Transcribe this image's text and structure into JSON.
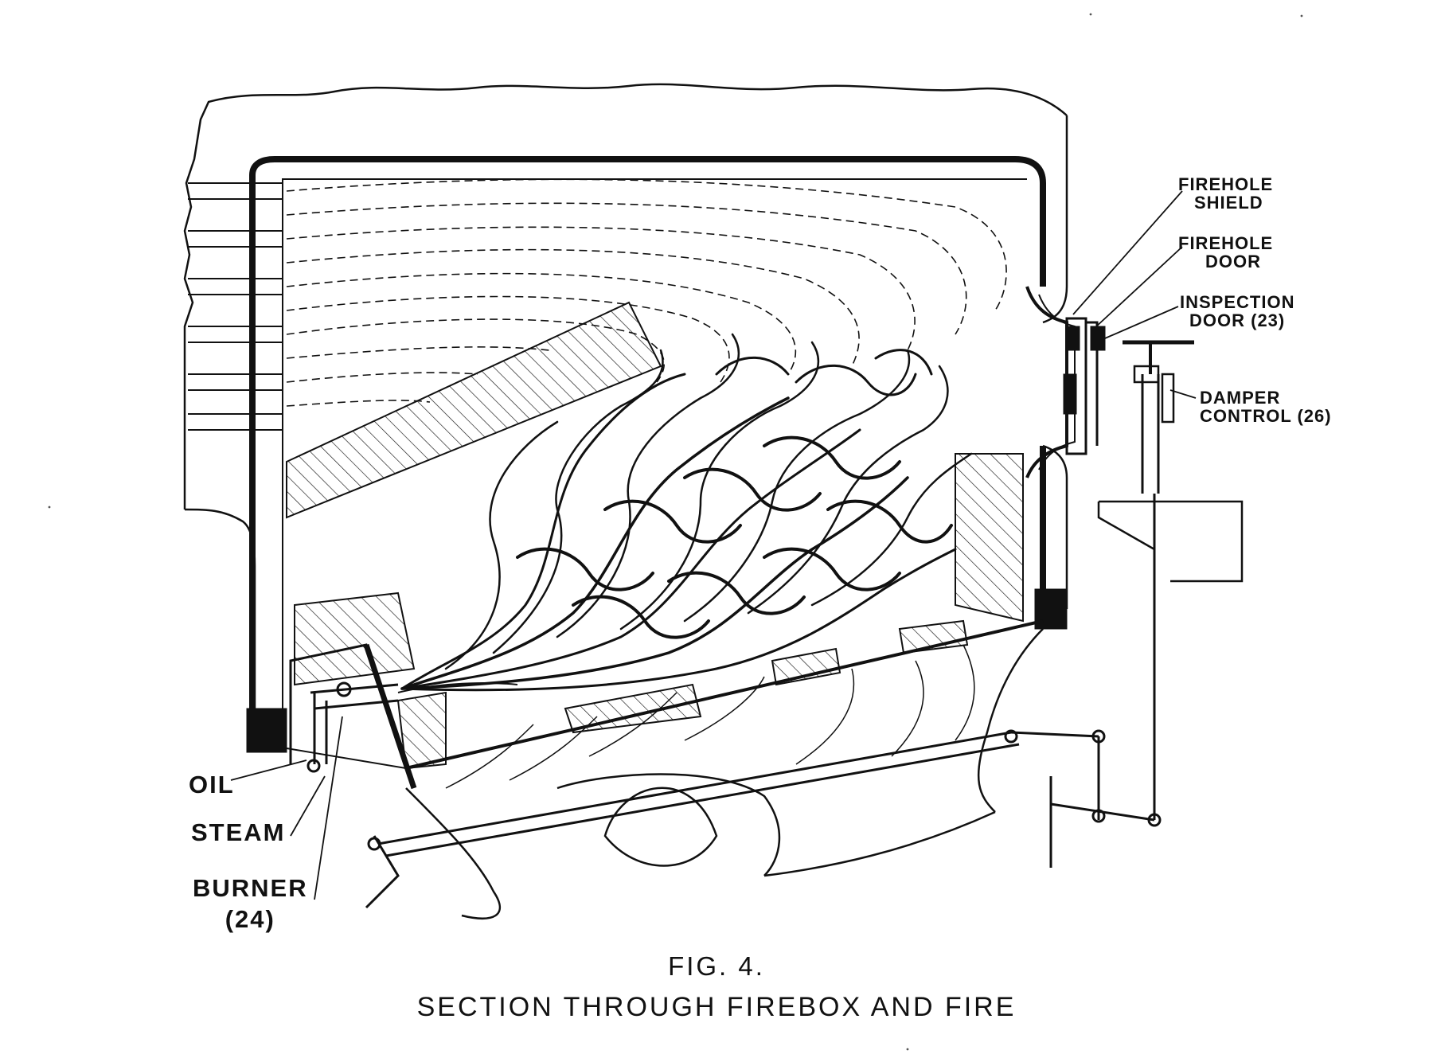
{
  "figure": {
    "number": "FIG. 4.",
    "title": "SECTION THROUGH FIREBOX AND FIRE"
  },
  "labels": {
    "firehole_shield": [
      "FIREHOLE",
      "SHIELD"
    ],
    "firehole_door": [
      "FIREHOLE",
      "DOOR"
    ],
    "inspection_door": [
      "INSPECTION",
      "DOOR (23)"
    ],
    "damper_control": [
      "DAMPER",
      "CONTROL (26)"
    ],
    "oil": "OIL",
    "steam": "STEAM",
    "burner": [
      "BURNER",
      "(24)"
    ]
  },
  "colors": {
    "ink": "#111111",
    "paper": "#ffffff"
  }
}
